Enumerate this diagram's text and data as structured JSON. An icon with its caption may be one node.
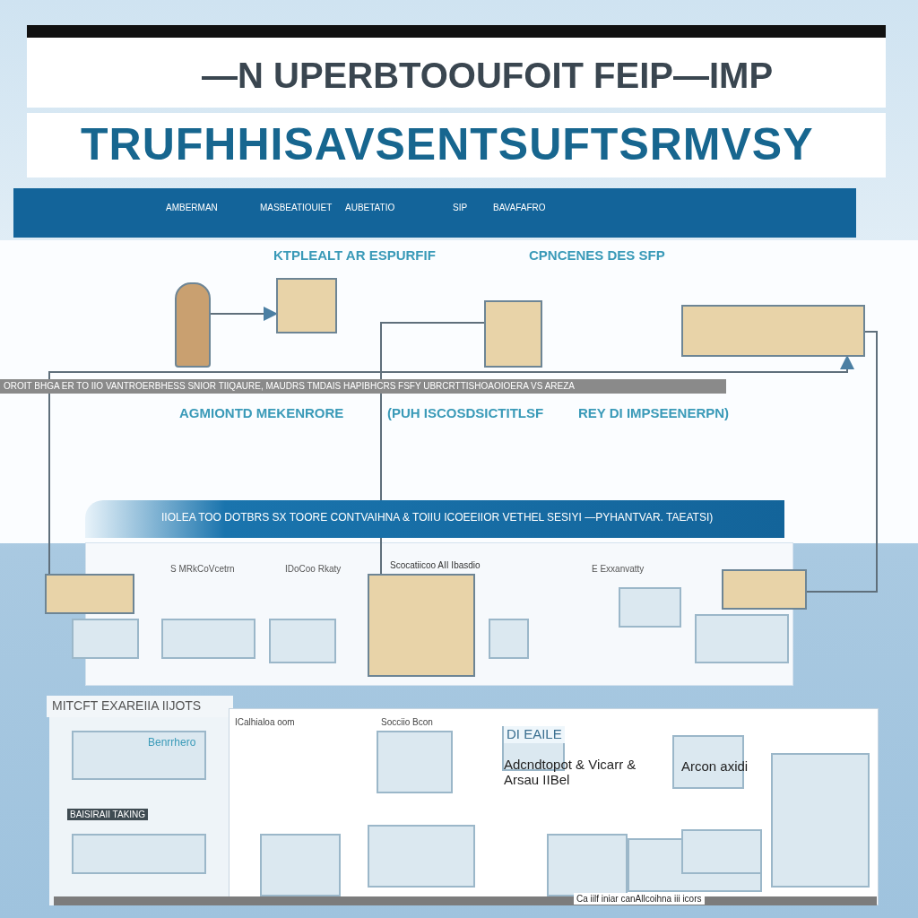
{
  "diagram": {
    "title": "TRUFHHISAVSENTSUFTSRMVSY",
    "nodes": [
      {
        "text": [],
        "shape": "person"
      },
      {
        "text": [],
        "shape": "box"
      },
      {
        "text": [],
        "shape": "box"
      },
      {
        "text": [],
        "shape": "box"
      },
      {
        "text": [],
        "shape": "box"
      },
      {
        "text": [],
        "shape": "box"
      },
      {
        "text": [],
        "shape": "box"
      }
    ],
    "edges": [
      {
        "from": 0,
        "to": 1,
        "arrow": "to"
      },
      {
        "from": 4,
        "to": 3,
        "arrow": "to"
      },
      {
        "from": 5,
        "to": 2,
        "arrow": "none"
      },
      {
        "from": 3,
        "to": 6,
        "arrow": "none"
      }
    ],
    "labels": [
      "—N UPERBTOOUFOIT FEIP—IMP",
      "AMBERMAN",
      "MASBEATIOUIET",
      "AUBETATIO",
      "SIP",
      "BAVAFAFRO",
      "KTPLEALT AR ESPURFIF",
      "CPNCENES DES SFP",
      "OROIT BHGA ER TO IIO VANTROERBHESS SNIOR TIIQAURE, MAUDRS TMDAIS HAPIBHCRS FSFY UBRCRTTISHOAOIOERA VS AREZA",
      "AGMIONTD MEKENRORE",
      "(PUH ISCOSDSICTITLSF",
      "REY DI IMPSEENERPN)",
      "IIOLEA TOO DOTBRS SX TOORE CONTVAIHNA & TOIIU ICOEEIIOR VETHEL SESIYI —PYHANTVAR. TAEATSI)",
      "S MRkCoVcetrn",
      "IDoCoo Rkaty",
      "Scocatiicoo AII Ibasdio",
      "E Exxanvatty",
      "MITCFT EXAREIIA IIJOTS",
      "Benrrhero",
      "BAISIRAII TAKING",
      "ICalhialoa oom",
      "Socciio Bcon",
      "DI EAILE",
      "Adcndtopot & Vicarr & Arsau IIBel",
      "Arcon axidi",
      "Ca iilf iniar canAllcoihna iii icors"
    ]
  }
}
